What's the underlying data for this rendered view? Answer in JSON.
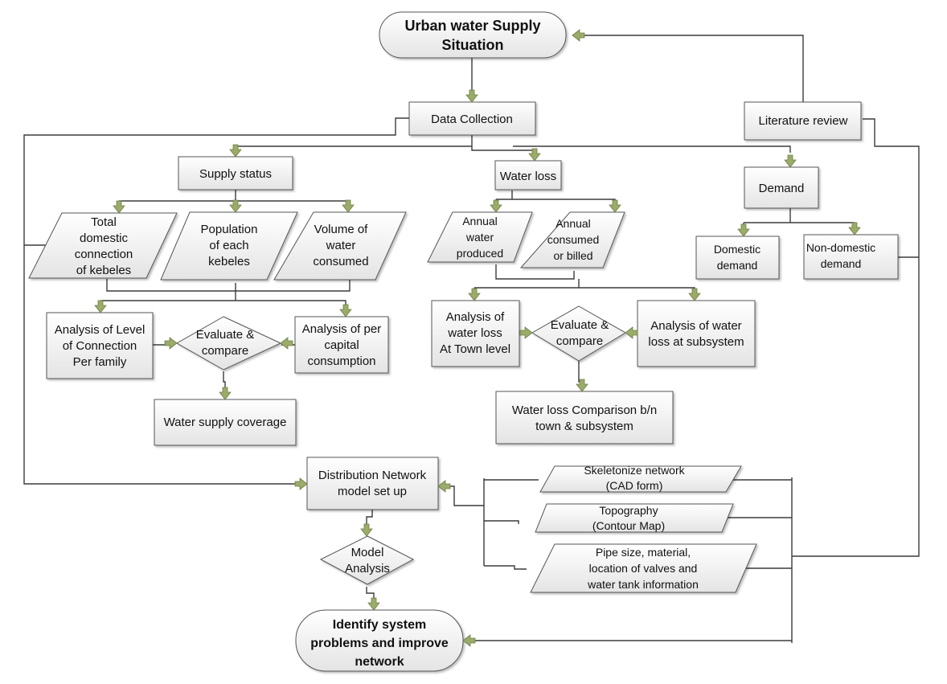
{
  "diagram": {
    "type": "flowchart",
    "colors": {
      "arrow_fill": "#9aab6a",
      "arrow_stroke": "#6f7f45",
      "line": "#3c3c3c",
      "box_top": "#ffffff",
      "box_bottom": "#e6e6e6"
    },
    "nodes": {
      "start": {
        "shape": "terminator",
        "lines": [
          "Urban water Supply",
          "Situation"
        ]
      },
      "data_collection": {
        "shape": "process",
        "lines": [
          "Data Collection"
        ]
      },
      "literature_review": {
        "shape": "process",
        "lines": [
          "Literature review"
        ]
      },
      "supply_status": {
        "shape": "process",
        "lines": [
          "Supply status"
        ]
      },
      "water_loss": {
        "shape": "process",
        "lines": [
          "Water loss"
        ]
      },
      "demand": {
        "shape": "process",
        "lines": [
          "Demand"
        ]
      },
      "total_domestic": {
        "shape": "data",
        "lines": [
          "Total",
          "domestic",
          "connection",
          "of kebeles"
        ]
      },
      "population": {
        "shape": "data",
        "lines": [
          "Population",
          "of each",
          "kebeles"
        ]
      },
      "volume_consumed": {
        "shape": "data",
        "lines": [
          "Volume of",
          "water",
          "consumed"
        ]
      },
      "annual_produced": {
        "shape": "data",
        "lines": [
          "Annual",
          "water",
          "produced"
        ]
      },
      "annual_billed": {
        "shape": "data",
        "lines": [
          "Annual",
          "consumed",
          "or billed"
        ]
      },
      "domestic_demand": {
        "shape": "process",
        "lines": [
          "Domestic",
          "demand"
        ]
      },
      "non_domestic_demand": {
        "shape": "process",
        "lines": [
          "Non-domestic",
          "demand"
        ]
      },
      "analysis_connection": {
        "shape": "process",
        "lines": [
          "Analysis of Level",
          "of Connection",
          "Per family"
        ]
      },
      "evaluate_supply": {
        "shape": "decision",
        "lines": [
          "Evaluate &",
          "compare"
        ]
      },
      "analysis_per_capita": {
        "shape": "process",
        "lines": [
          "Analysis of per",
          "capital",
          "consumption"
        ]
      },
      "coverage": {
        "shape": "process",
        "lines": [
          "Water supply coverage"
        ]
      },
      "analysis_town_loss": {
        "shape": "process",
        "lines": [
          "Analysis of",
          "water loss",
          "At Town level"
        ]
      },
      "evaluate_loss": {
        "shape": "decision",
        "lines": [
          "Evaluate &",
          "compare"
        ]
      },
      "analysis_subsystem_loss": {
        "shape": "process",
        "lines": [
          "Analysis of water",
          "loss  at subsystem"
        ]
      },
      "loss_comparison": {
        "shape": "process",
        "lines": [
          "Water loss Comparison b/n",
          "town & subsystem"
        ]
      },
      "network_setup": {
        "shape": "process",
        "lines": [
          "Distribution Network",
          "model set up"
        ]
      },
      "skeletonize": {
        "shape": "data",
        "lines": [
          "Skeletonize network",
          "(CAD form)"
        ]
      },
      "topography": {
        "shape": "data",
        "lines": [
          "Topography",
          "(Contour Map)"
        ]
      },
      "pipe_info": {
        "shape": "data",
        "lines": [
          "Pipe size, material,",
          "location of valves and",
          "water tank information"
        ]
      },
      "model_analysis": {
        "shape": "decision",
        "lines": [
          "Model",
          "Analysis"
        ]
      },
      "end": {
        "shape": "terminator",
        "lines": [
          "Identify system",
          "problems and improve",
          "network"
        ]
      }
    },
    "edges": [
      [
        "start",
        "data_collection"
      ],
      [
        "literature_review",
        "start"
      ],
      [
        "data_collection",
        "supply_status"
      ],
      [
        "data_collection",
        "water_loss"
      ],
      [
        "data_collection",
        "demand"
      ],
      [
        "data_collection",
        "network_setup"
      ],
      [
        "supply_status",
        "total_domestic"
      ],
      [
        "supply_status",
        "population"
      ],
      [
        "supply_status",
        "volume_consumed"
      ],
      [
        "population",
        "analysis_connection"
      ],
      [
        "population",
        "analysis_per_capita"
      ],
      [
        "analysis_connection",
        "evaluate_supply"
      ],
      [
        "analysis_per_capita",
        "evaluate_supply"
      ],
      [
        "evaluate_supply",
        "coverage"
      ],
      [
        "water_loss",
        "annual_produced"
      ],
      [
        "water_loss",
        "annual_billed"
      ],
      [
        "annual_produced",
        "analysis_town_loss"
      ],
      [
        "annual_billed",
        "analysis_subsystem_loss"
      ],
      [
        "analysis_town_loss",
        "evaluate_loss"
      ],
      [
        "analysis_subsystem_loss",
        "evaluate_loss"
      ],
      [
        "evaluate_loss",
        "loss_comparison"
      ],
      [
        "demand",
        "domestic_demand"
      ],
      [
        "demand",
        "non_domestic_demand"
      ],
      [
        "skeletonize",
        "network_setup"
      ],
      [
        "topography",
        "network_setup"
      ],
      [
        "pipe_info",
        "network_setup"
      ],
      [
        "network_setup",
        "model_analysis"
      ],
      [
        "model_analysis",
        "end"
      ],
      [
        "inputs_bus",
        "end"
      ],
      [
        "literature_review",
        "inputs_bus"
      ]
    ]
  }
}
